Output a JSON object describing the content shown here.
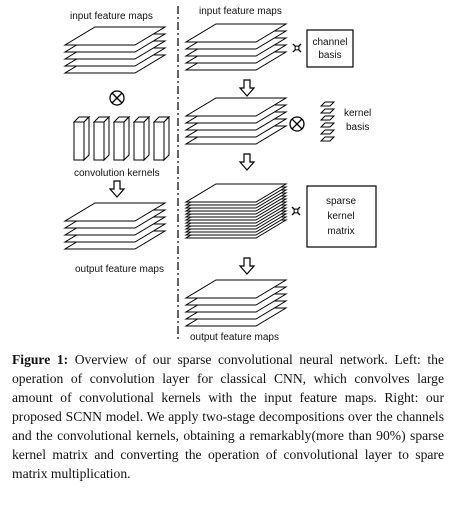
{
  "figure": {
    "left_top_label": "input feature maps",
    "conv_kernels_label": "convolution kernels",
    "left_bottom_label": "output feature maps",
    "right_top_label": "input feature maps",
    "channel_basis_label_1": "channel",
    "channel_basis_label_2": "basis",
    "kernel_basis_label_1": "kernel",
    "kernel_basis_label_2": "basis",
    "sparse_matrix_label_1": "sparse",
    "sparse_matrix_label_2": "kernel",
    "sparse_matrix_label_3": "matrix",
    "right_bottom_label": "output feature maps"
  },
  "caption": {
    "label": "Figure 1:",
    "text": " Overview of our sparse convolutional neural network. Left: the operation of convolution layer for classical CNN, which convolves large amount of convolutional kernels with the input feature maps. Right: our proposed SCNN model. We apply two-stage decompositions over the channels and the convolutional kernels, obtaining a remarkably(more than 90%) sparse kernel matrix and converting the operation of convolutional layer to spare matrix multiplication."
  }
}
